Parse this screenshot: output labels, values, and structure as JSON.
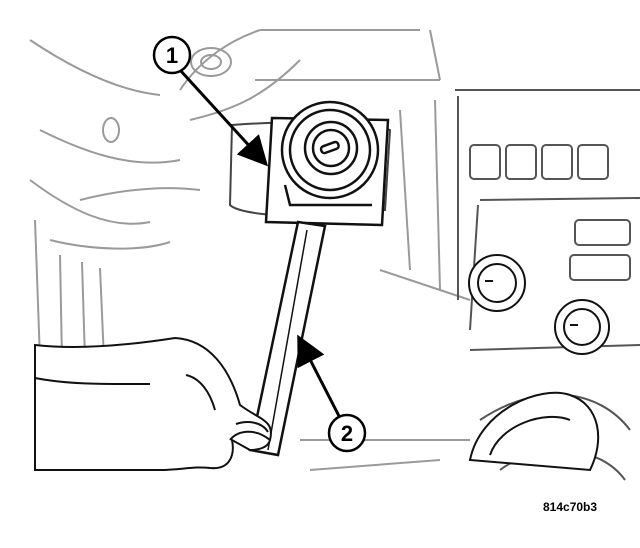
{
  "callouts": [
    {
      "number": "1"
    },
    {
      "number": "2"
    }
  ],
  "figure_id": "814c70b3"
}
